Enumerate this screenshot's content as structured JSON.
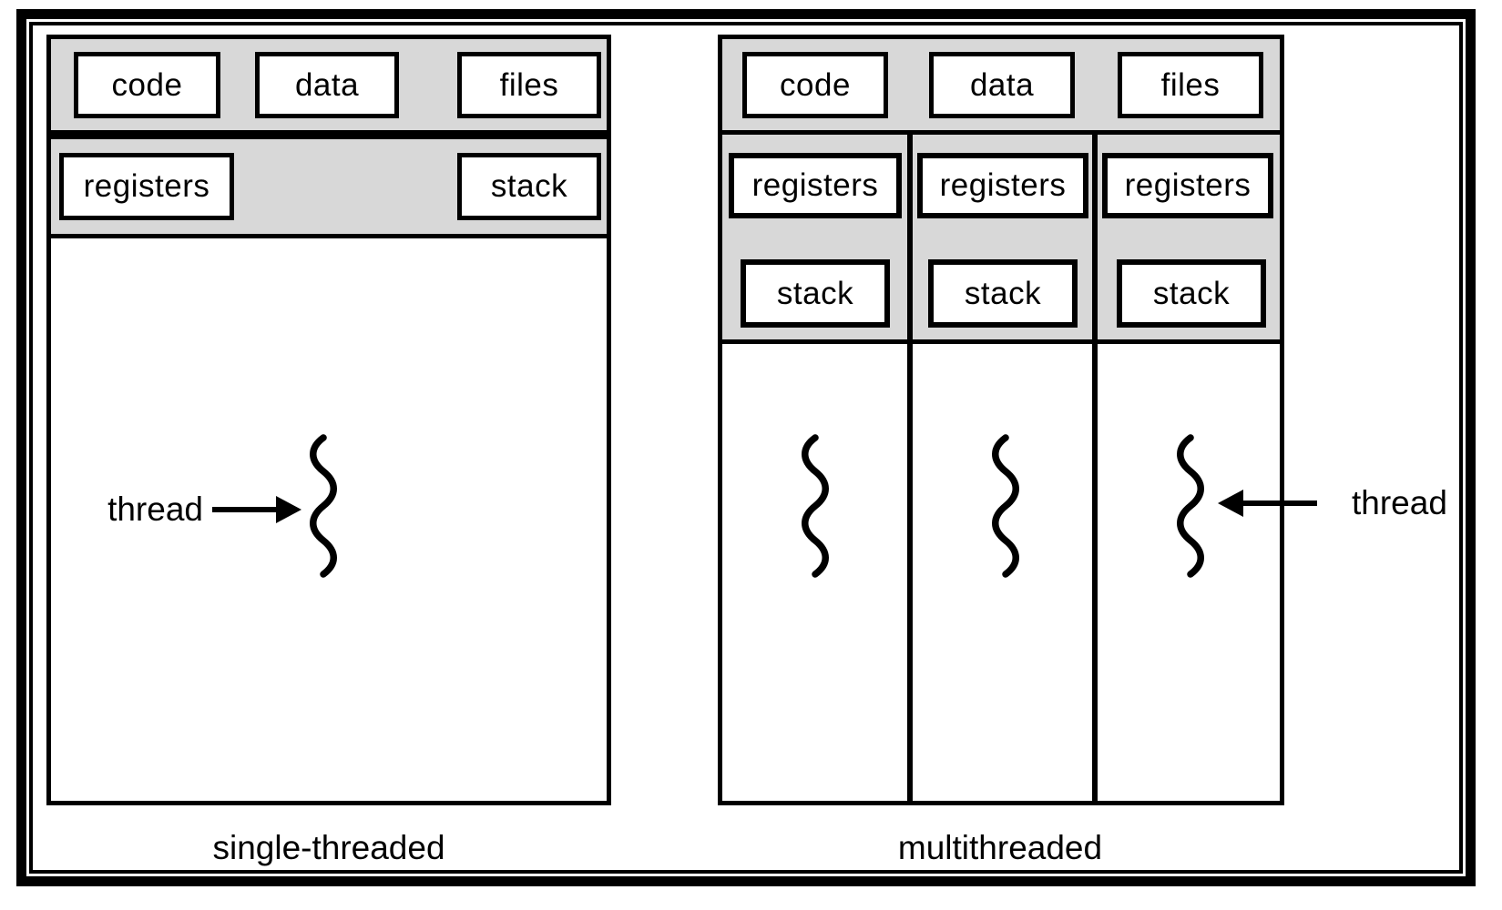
{
  "colors": {
    "band_gray": "#d8d8d8",
    "ink": "#000000",
    "background": "#ffffff"
  },
  "left": {
    "top_boxes": [
      "code",
      "data",
      "files"
    ],
    "registers_label": "registers",
    "stack_label": "stack",
    "thread_label": "thread",
    "caption": "single-threaded"
  },
  "right": {
    "top_boxes": [
      "code",
      "data",
      "files"
    ],
    "columns": [
      {
        "registers_label": "registers",
        "stack_label": "stack"
      },
      {
        "registers_label": "registers",
        "stack_label": "stack"
      },
      {
        "registers_label": "registers",
        "stack_label": "stack"
      }
    ],
    "thread_label": "thread",
    "caption": "multithreaded"
  },
  "icons": {
    "thread_squiggle": "wavy-vertical-line",
    "arrow_right": "solid-right-arrow",
    "arrow_left": "solid-left-arrow"
  }
}
